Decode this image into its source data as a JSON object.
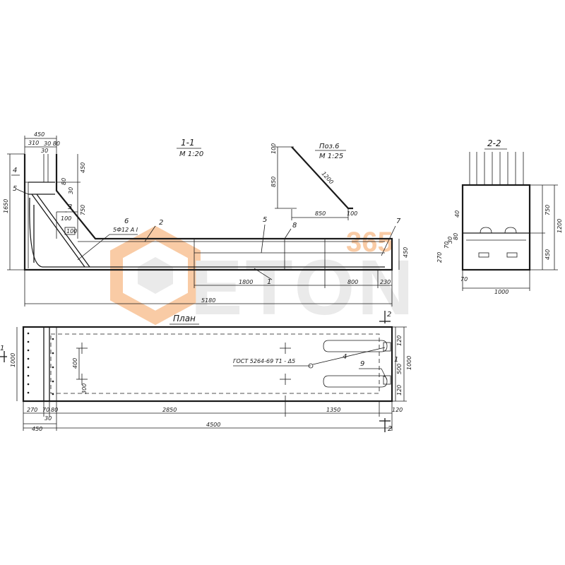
{
  "section_1_1": {
    "title": "1-1",
    "scale": "М 1:20",
    "dims": {
      "top_width": "450",
      "top_parts_310": "310",
      "top_parts_30": "30",
      "top_parts_3080": "30 80",
      "left_1650": "1650",
      "right_450": "450",
      "right_750": "750",
      "small_80": "80",
      "small_30": "30",
      "small_100a": "100",
      "small_100b": "100",
      "end_height": "450",
      "seg_1800": "1800",
      "seg_800": "800",
      "seg_230": "230",
      "total_5180": "5180"
    },
    "callouts": {
      "c1": "1",
      "c2": "2",
      "c3": "3",
      "c4": "4",
      "c5": "5",
      "c5b": "5",
      "c6": "6",
      "c6_spec": "5Ф12 А I",
      "c7": "7",
      "c8": "8"
    }
  },
  "pos6": {
    "title": "Поз.6",
    "scale": "М 1:25",
    "dims": {
      "d100_top": "100",
      "d850_v": "850",
      "d1200": "1200",
      "d850_h": "850",
      "d100_bot": "100"
    }
  },
  "section_2_2": {
    "title": "2-2",
    "dims": {
      "d750": "750",
      "d1200": "1200",
      "d450": "450",
      "d40": "40",
      "d270": "270",
      "d70": "70",
      "d1000": "1000",
      "d30": "30",
      "d70b": "70",
      "d80": "80"
    }
  },
  "plan": {
    "title": "План",
    "gost": "ГОСТ 5264-69  Т1 - Δ5",
    "dims": {
      "left_1000": "1000",
      "left_400": "400",
      "left_300": "300",
      "right_1000": "1000",
      "right_120a": "120",
      "right_500": "500",
      "right_120b": "120",
      "bot_270": "270",
      "bot_70": "70",
      "bot_80": "80",
      "bot_30": "30",
      "bot_450": "450",
      "bot_2850": "2850",
      "bot_1350": "1350",
      "bot_120": "120",
      "bot_4500": "4500"
    },
    "callouts": {
      "c1": "1",
      "c4": "4",
      "c9": "9",
      "cut2a": "2",
      "cut2b": "2",
      "cut1": "1"
    }
  },
  "watermark": {
    "text": "ETON",
    "sub": "365",
    "color": "#f5a25d"
  },
  "colors": {
    "ink": "#1a1a1a",
    "watermark_gray": "#d9d9d9",
    "watermark_orange": "#f5a25d"
  }
}
